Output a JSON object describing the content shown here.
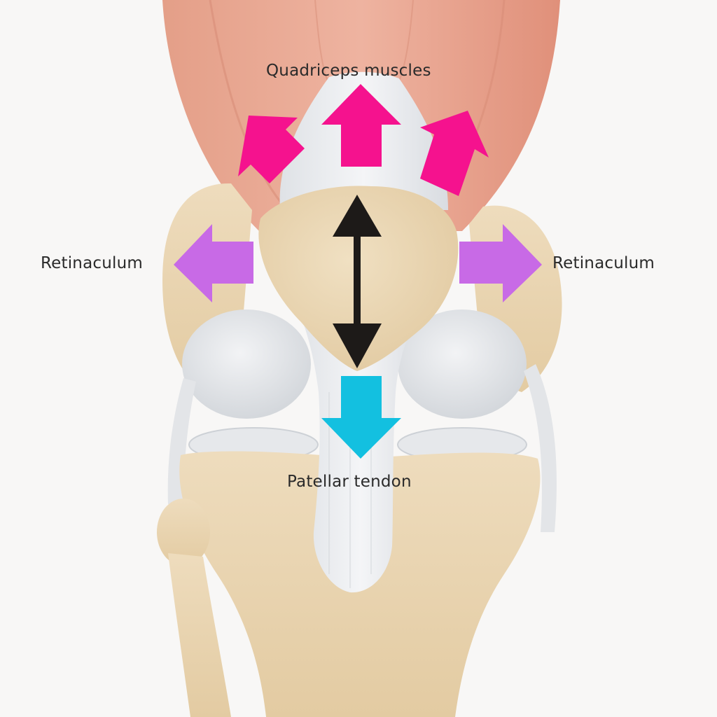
{
  "labels": {
    "quadriceps": "Quadriceps muscles",
    "retinaculum_left": "Retinaculum",
    "retinaculum_right": "Retinaculum",
    "patellar_tendon": "Patellar tendon"
  },
  "arrows": [
    {
      "name": "quadriceps-pull",
      "direction": "up",
      "count": 3,
      "color": "#f5128e"
    },
    {
      "name": "retinaculum-pull",
      "direction": "left-right",
      "count": 2,
      "color": "#c86ae6"
    },
    {
      "name": "patellar-tendon-pull",
      "direction": "down",
      "count": 1,
      "color": "#13c0e0"
    },
    {
      "name": "patella-motion",
      "direction": "up-down",
      "count": 1,
      "color": "#1d1a18"
    }
  ],
  "colors": {
    "background": "#f8f7f6",
    "muscle": "#e9a08c",
    "bone": "#ead7b4",
    "tendon": "#e9ebee",
    "cartilage": "#dfe2e6"
  }
}
